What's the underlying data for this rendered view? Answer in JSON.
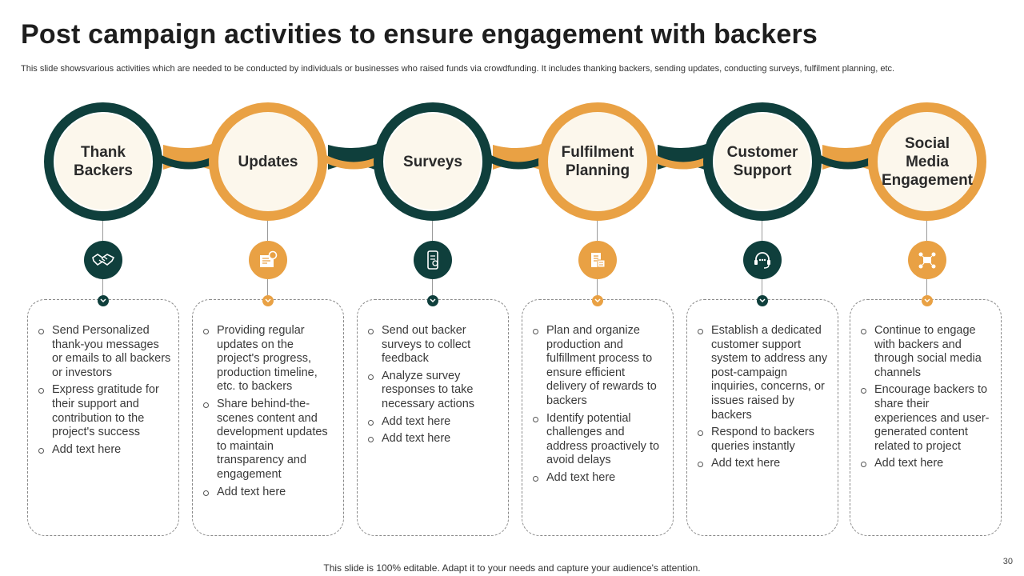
{
  "slide": {
    "title": "Post campaign activities to ensure engagement with backers",
    "subtitle": "This slide showsvarious activities which are needed to be conducted by individuals or businesses who raised funds via crowdfunding. It includes thanking backers, sending updates, conducting surveys, fulfilment planning, etc.",
    "footer": "This slide is 100% editable. Adapt it to your needs and capture your audience's attention.",
    "page_number": "30"
  },
  "colors": {
    "dark_teal": "#0f3f3c",
    "orange": "#e9a144",
    "circle_fill": "#fcf7ec"
  },
  "steps": [
    {
      "label": "Thank\nBackers",
      "icon": "handshake-icon",
      "bullets": [
        "Send Personalized thank-you messages or emails to all backers or investors",
        "Express gratitude for their support and contribution to the project's success",
        "Add text here"
      ]
    },
    {
      "label": "Updates",
      "icon": "update-document-icon",
      "bullets": [
        "Providing regular updates on the project's progress, production timeline, etc. to backers",
        "Share behind-the-scenes content and development updates to maintain transparency and engagement",
        "Add text here"
      ]
    },
    {
      "label": "Surveys",
      "icon": "mobile-survey-icon",
      "bullets": [
        "Send out backer surveys to collect feedback",
        "Analyze survey responses to take necessary actions",
        "Add text here",
        "Add text here"
      ]
    },
    {
      "label": "Fulfilment\nPlanning",
      "icon": "planning-calendar-icon",
      "bullets": [
        "Plan and organize production and fulfillment process to ensure efficient delivery of rewards to backers",
        "Identify potential challenges and address proactively to avoid delays",
        "Add text here"
      ]
    },
    {
      "label": "Customer\nSupport",
      "icon": "headset-support-icon",
      "bullets": [
        "Establish a dedicated customer support system to address any post-campaign inquiries, concerns, or issues raised by backers",
        "Respond to backers queries instantly",
        "Add text here"
      ]
    },
    {
      "label": "Social\nMedia\nEngagement",
      "icon": "social-network-icon",
      "bullets": [
        "Continue to engage with backers and through social media channels",
        "Encourage backers to share their experiences and user-generated content related to project",
        "Add text here"
      ]
    }
  ]
}
